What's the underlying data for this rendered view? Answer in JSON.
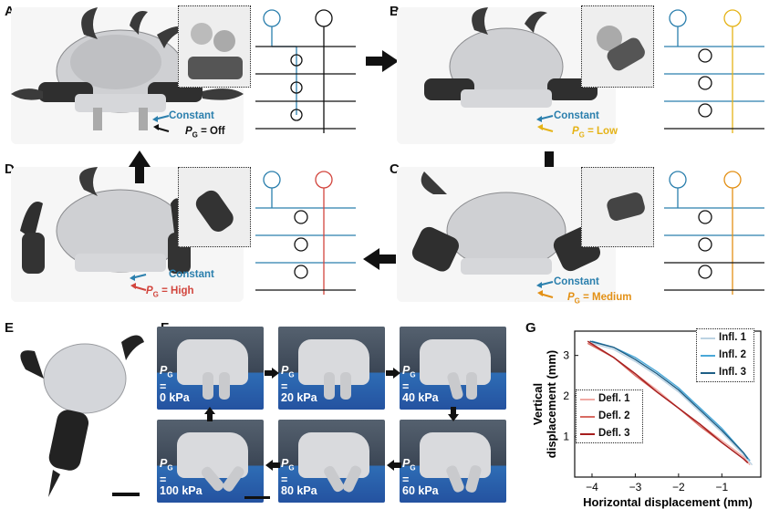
{
  "panels": {
    "A": {
      "letter": "A",
      "constant": "Constant",
      "pg_prefix": "P",
      "pg_sub": "G",
      "pg_value": "= Off",
      "pg_color": "#111111"
    },
    "B": {
      "letter": "B",
      "constant": "Constant",
      "pg_prefix": "P",
      "pg_sub": "G",
      "pg_value": "= Low",
      "pg_color": "#e5b317"
    },
    "C": {
      "letter": "C",
      "constant": "Constant",
      "pg_prefix": "P",
      "pg_sub": "G",
      "pg_value": "= Medium",
      "pg_color": "#e39015"
    },
    "D": {
      "letter": "D",
      "constant": "Constant",
      "pg_prefix": "P",
      "pg_sub": "G",
      "pg_value": "= High",
      "pg_color": "#d2453d"
    },
    "E": {
      "letter": "E"
    },
    "F": {
      "letter": "F"
    },
    "G": {
      "letter": "G"
    }
  },
  "colors": {
    "constant_blue": "#2b7fad",
    "low": "#e5b317",
    "medium": "#e39015",
    "high": "#d2453d",
    "off": "#111111"
  },
  "sequence": {
    "frames": [
      {
        "pg_prefix": "P",
        "pg_sub": "G",
        "eq": "=",
        "value": "0 kPa"
      },
      {
        "pg_prefix": "P",
        "pg_sub": "G",
        "eq": "=",
        "value": "20 kPa"
      },
      {
        "pg_prefix": "P",
        "pg_sub": "G",
        "eq": "=",
        "value": "40 kPa"
      },
      {
        "pg_prefix": "P",
        "pg_sub": "G",
        "eq": "=",
        "value": "60 kPa"
      },
      {
        "pg_prefix": "P",
        "pg_sub": "G",
        "eq": "=",
        "value": "80 kPa"
      },
      {
        "pg_prefix": "P",
        "pg_sub": "G",
        "eq": "=",
        "value": "100 kPa"
      }
    ]
  },
  "chart_data": {
    "type": "line",
    "xlabel": "Horizontal displacement (mm)",
    "ylabel": "Vertical displacement (mm)",
    "xlim": [
      -4.4,
      -0.1
    ],
    "ylim": [
      0,
      3.6
    ],
    "xticks": [
      -4,
      -3,
      -2,
      -1
    ],
    "yticks": [
      1,
      2,
      3
    ],
    "legend_upper": [
      "Infl. 1",
      "Infl. 2",
      "Infl. 3"
    ],
    "legend_lower": [
      "Defl. 1",
      "Defl. 2",
      "Defl. 3"
    ],
    "series": [
      {
        "name": "Infl. 1",
        "color": "#bcd3e3",
        "x": [
          -4.0,
          -3.5,
          -3.0,
          -2.5,
          -2.0,
          -1.5,
          -1.0,
          -0.5,
          -0.3
        ],
        "y": [
          3.3,
          3.15,
          2.85,
          2.5,
          2.1,
          1.6,
          1.1,
          0.55,
          0.3
        ]
      },
      {
        "name": "Infl. 2",
        "color": "#4aa8d8",
        "x": [
          -4.0,
          -3.5,
          -3.0,
          -2.5,
          -2.0,
          -1.5,
          -1.0,
          -0.5,
          -0.35
        ],
        "y": [
          3.35,
          3.2,
          2.95,
          2.6,
          2.2,
          1.7,
          1.2,
          0.6,
          0.4
        ]
      },
      {
        "name": "Infl. 3",
        "color": "#1f5f86",
        "x": [
          -4.05,
          -3.5,
          -3.0,
          -2.5,
          -2.0,
          -1.5,
          -1.0,
          -0.5,
          -0.4
        ],
        "y": [
          3.35,
          3.2,
          2.9,
          2.55,
          2.15,
          1.65,
          1.15,
          0.6,
          0.45
        ]
      },
      {
        "name": "Defl. 1",
        "color": "#f0a9a3",
        "x": [
          -4.05,
          -3.5,
          -3.0,
          -2.5,
          -2.0,
          -1.5,
          -1.0,
          -0.5,
          -0.35
        ],
        "y": [
          3.3,
          2.95,
          2.55,
          2.15,
          1.7,
          1.3,
          0.9,
          0.5,
          0.3
        ]
      },
      {
        "name": "Defl. 2",
        "color": "#d86b62",
        "x": [
          -4.1,
          -3.5,
          -3.0,
          -2.5,
          -2.0,
          -1.5,
          -1.0,
          -0.5,
          -0.4
        ],
        "y": [
          3.3,
          2.95,
          2.5,
          2.1,
          1.7,
          1.25,
          0.85,
          0.45,
          0.35
        ]
      },
      {
        "name": "Defl. 3",
        "color": "#a61e1e",
        "x": [
          -4.1,
          -3.5,
          -3.0,
          -2.5,
          -2.0,
          -1.5,
          -1.0,
          -0.5,
          -0.4
        ],
        "y": [
          3.35,
          2.95,
          2.55,
          2.1,
          1.7,
          1.3,
          0.85,
          0.45,
          0.35
        ]
      }
    ]
  }
}
